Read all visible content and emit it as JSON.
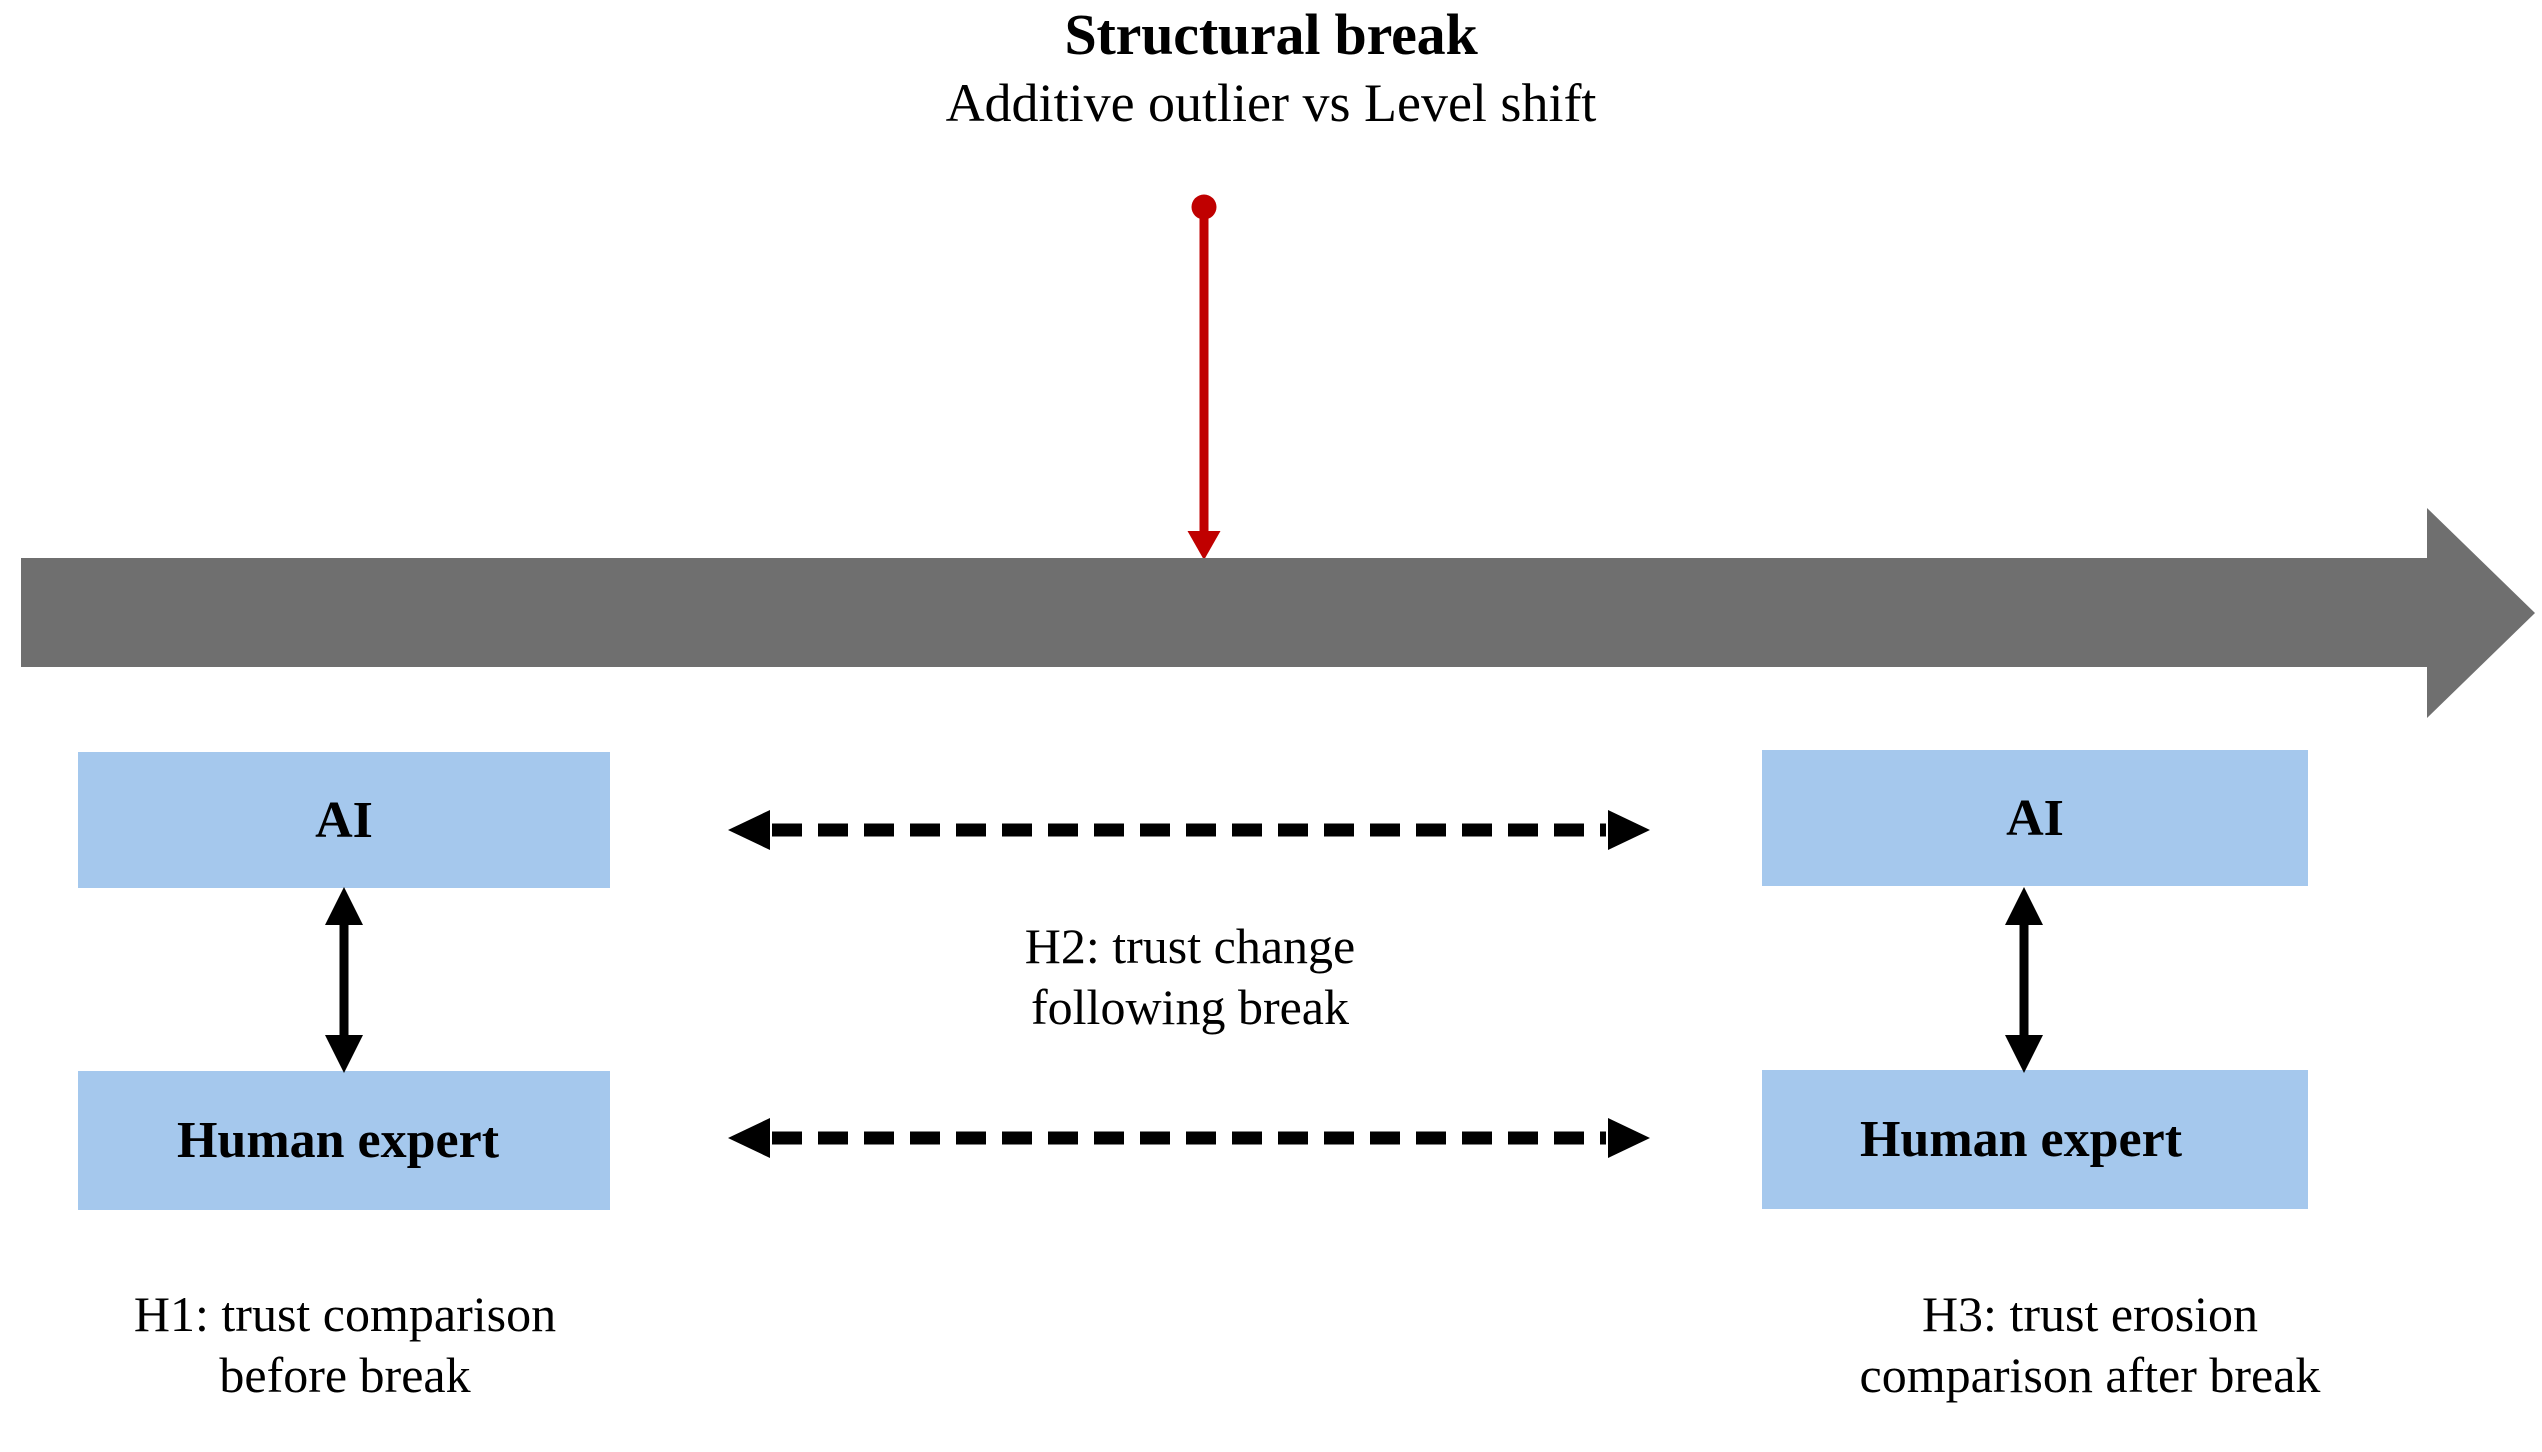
{
  "figure": {
    "title": "Structural break",
    "subtitle": "Additive outlier vs Level shift"
  },
  "timeline": {
    "icon": "right-arrow-icon",
    "color": "#6f6f6f",
    "direction": "left-to-right"
  },
  "break_marker": {
    "icon": "break-pointer-icon",
    "color": "#c00000",
    "shape": "circle-with-down-arrow"
  },
  "nodes": {
    "before": {
      "ai_label": "AI",
      "human_label": "Human expert"
    },
    "after": {
      "ai_label": "AI",
      "human_label": "Human expert"
    }
  },
  "links": {
    "vertical_before": {
      "icon": "double-headed-vertical-arrow-icon",
      "style": "solid"
    },
    "vertical_after": {
      "icon": "double-headed-vertical-arrow-icon",
      "style": "solid"
    },
    "horizontal_top": {
      "icon": "double-headed-horizontal-arrow-icon",
      "style": "dashed"
    },
    "horizontal_bottom": {
      "icon": "double-headed-horizontal-arrow-icon",
      "style": "dashed"
    }
  },
  "captions": {
    "h1": {
      "line1": "H1: trust comparison",
      "line2": "before break"
    },
    "h2": {
      "line1": "H2: trust change",
      "line2": "following break"
    },
    "h3": {
      "line1": "H3: trust erosion",
      "line2": "comparison after break"
    }
  },
  "colors": {
    "node_fill": "#a5c8ed",
    "timeline_gray": "#6f6f6f",
    "marker_red": "#c00000",
    "text": "#000000",
    "background": "#ffffff"
  }
}
